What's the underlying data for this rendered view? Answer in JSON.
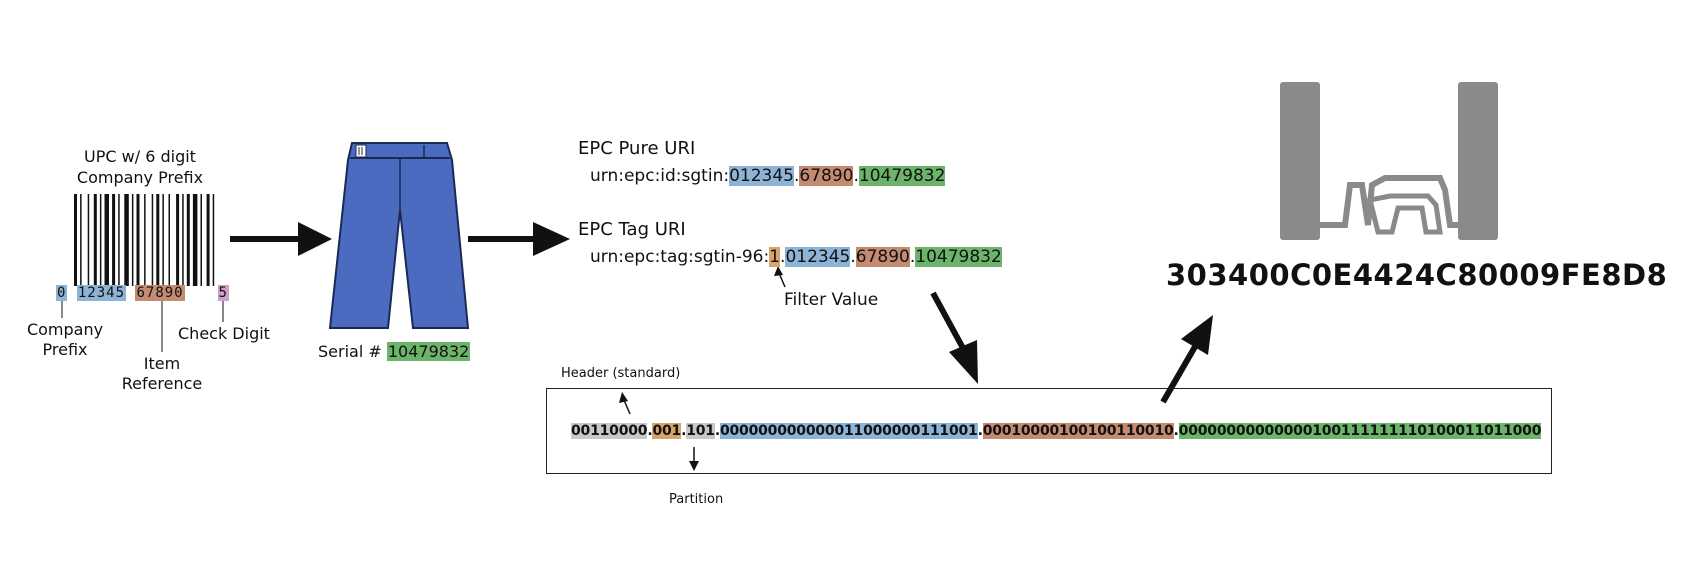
{
  "upc": {
    "title_line1": "UPC w/ 6 digit",
    "title_line2": "Company Prefix",
    "digit_first": "0",
    "digit_prefix": "12345",
    "digit_item": "67890",
    "digit_check": "5",
    "label_company_line1": "Company",
    "label_company_line2": "Prefix",
    "label_item_line1": "Item",
    "label_item_line2": "Reference",
    "label_check": "Check Digit"
  },
  "serial": {
    "label": "Serial #",
    "value": "10479832"
  },
  "epc_pure": {
    "title": "EPC Pure URI",
    "prefix": "urn:epc:id:sgtin:",
    "company": "012345",
    "item": "67890",
    "serial": "10479832",
    "sep": "."
  },
  "epc_tag": {
    "title": "EPC Tag URI",
    "prefix": "urn:epc:tag:sgtin-96:",
    "filter": "1",
    "company": "012345",
    "item": "67890",
    "serial": "10479832",
    "sep": "."
  },
  "filter_label": "Filter Value",
  "binary": {
    "header_label": "Header (standard)",
    "partition_label": "Partition",
    "header": "00110000",
    "filter": "001",
    "partition": "101",
    "company": "000000000000011000000111001",
    "item": "00010000100100110010",
    "serial": "00000000000000100111111110100011011000",
    "sep": "."
  },
  "hex": "303400C0E4424C80009FE8D8",
  "colors": {
    "company": "#8db3d6",
    "item": "#c58b72",
    "serial": "#6db46b",
    "filter": "#d9a36e",
    "check": "#cf9ecb",
    "header": "#c8c8c8",
    "pants": "#4a6bbf",
    "tag": "#8a8a8a"
  },
  "icons": [
    "barcode-icon",
    "pants-icon",
    "rfid-tag-icon"
  ]
}
